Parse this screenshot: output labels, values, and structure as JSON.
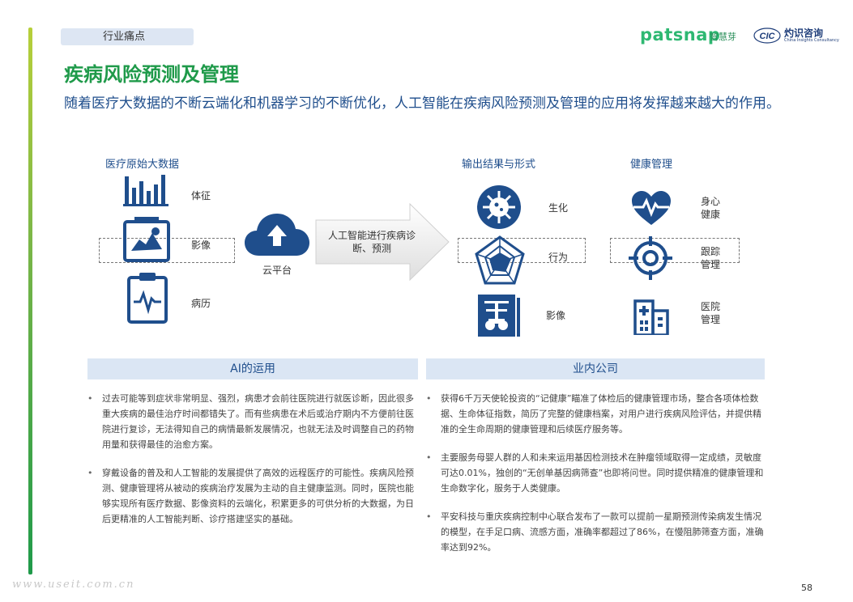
{
  "header": {
    "tag": "行业痛点",
    "logo_patsnap": "patsnap",
    "logo_patsnap_cn": "智慧芽",
    "logo_cic_mark": "CIC",
    "logo_cic_cn": "灼识咨询",
    "logo_cic_en": "China Insights Consultancy"
  },
  "title": "疾病风险预测及管理",
  "intro": "随着医疗大数据的不断云端化和机器学习的不断优化，人工智能在疾病风险预测及管理的应用将发挥越来越大的作用。",
  "diagram": {
    "source_title": "医疗原始大数据",
    "source_items": [
      "体征",
      "影像",
      "病历"
    ],
    "cloud_label": "云平台",
    "arrow_label": "人工智能进行疾病诊断、预测",
    "output_title": "输出结果与形式",
    "output_items": [
      "生化",
      "行为",
      "影像"
    ],
    "health_title": "健康管理",
    "health_items": [
      "身心健康",
      "跟踪管理",
      "医院管理"
    ]
  },
  "panels": {
    "left_title": "AI的运用",
    "left_bullets": [
      "过去可能等到症状非常明显、强烈，病患才会前往医院进行就医诊断，因此很多重大疾病的最佳治疗时间都错失了。而有些病患在术后或治疗期内不方便前往医院进行复诊，无法得知自己的病情最新发展情况，也就无法及时调整自己的药物用量和获得最佳的治愈方案。",
      "穿戴设备的普及和人工智能的发展提供了高效的远程医疗的可能性。疾病风险预测、健康管理将从被动的疾病治疗发展为主动的自主健康监测。同时，医院也能够实现所有医疗数据、影像资料的云端化，积累更多的可供分析的大数据，为日后更精准的人工智能判断、诊疗搭建坚实的基础。"
    ],
    "right_title": "业内公司",
    "right_bullets": [
      "获得6千万天使轮投资的“记健康”瞄准了体检后的健康管理市场，整合各项体检数据、生命体征指数，简历了完整的健康档案，对用户进行疾病风险评估，并提供精准的全生命周期的健康管理和后续医疗服务等。",
      "主要服务母婴人群的人和未来运用基因检测技术在肿瘤领域取得一定成绩，灵敏度可达0.01%，独创的“无创单基因病筛查”也即将问世。同时提供精准的健康管理和生命数字化，服务于人类健康。",
      "平安科技与重庆疾病控制中心联合发布了一款可以提前一星期预测传染病发生情况的模型，在手足口病、流感方面，准确率都超过了86%，在慢阻肺筛查方面，准确率达到92%。"
    ]
  },
  "footer": {
    "watermark": "www.useit.com.cn",
    "page": "58"
  },
  "colors": {
    "title_green": "#1f9a4a",
    "icon_blue": "#1f4e8c",
    "panel_bg": "#dbe6f4",
    "tag_bg": "#dde6f3"
  }
}
